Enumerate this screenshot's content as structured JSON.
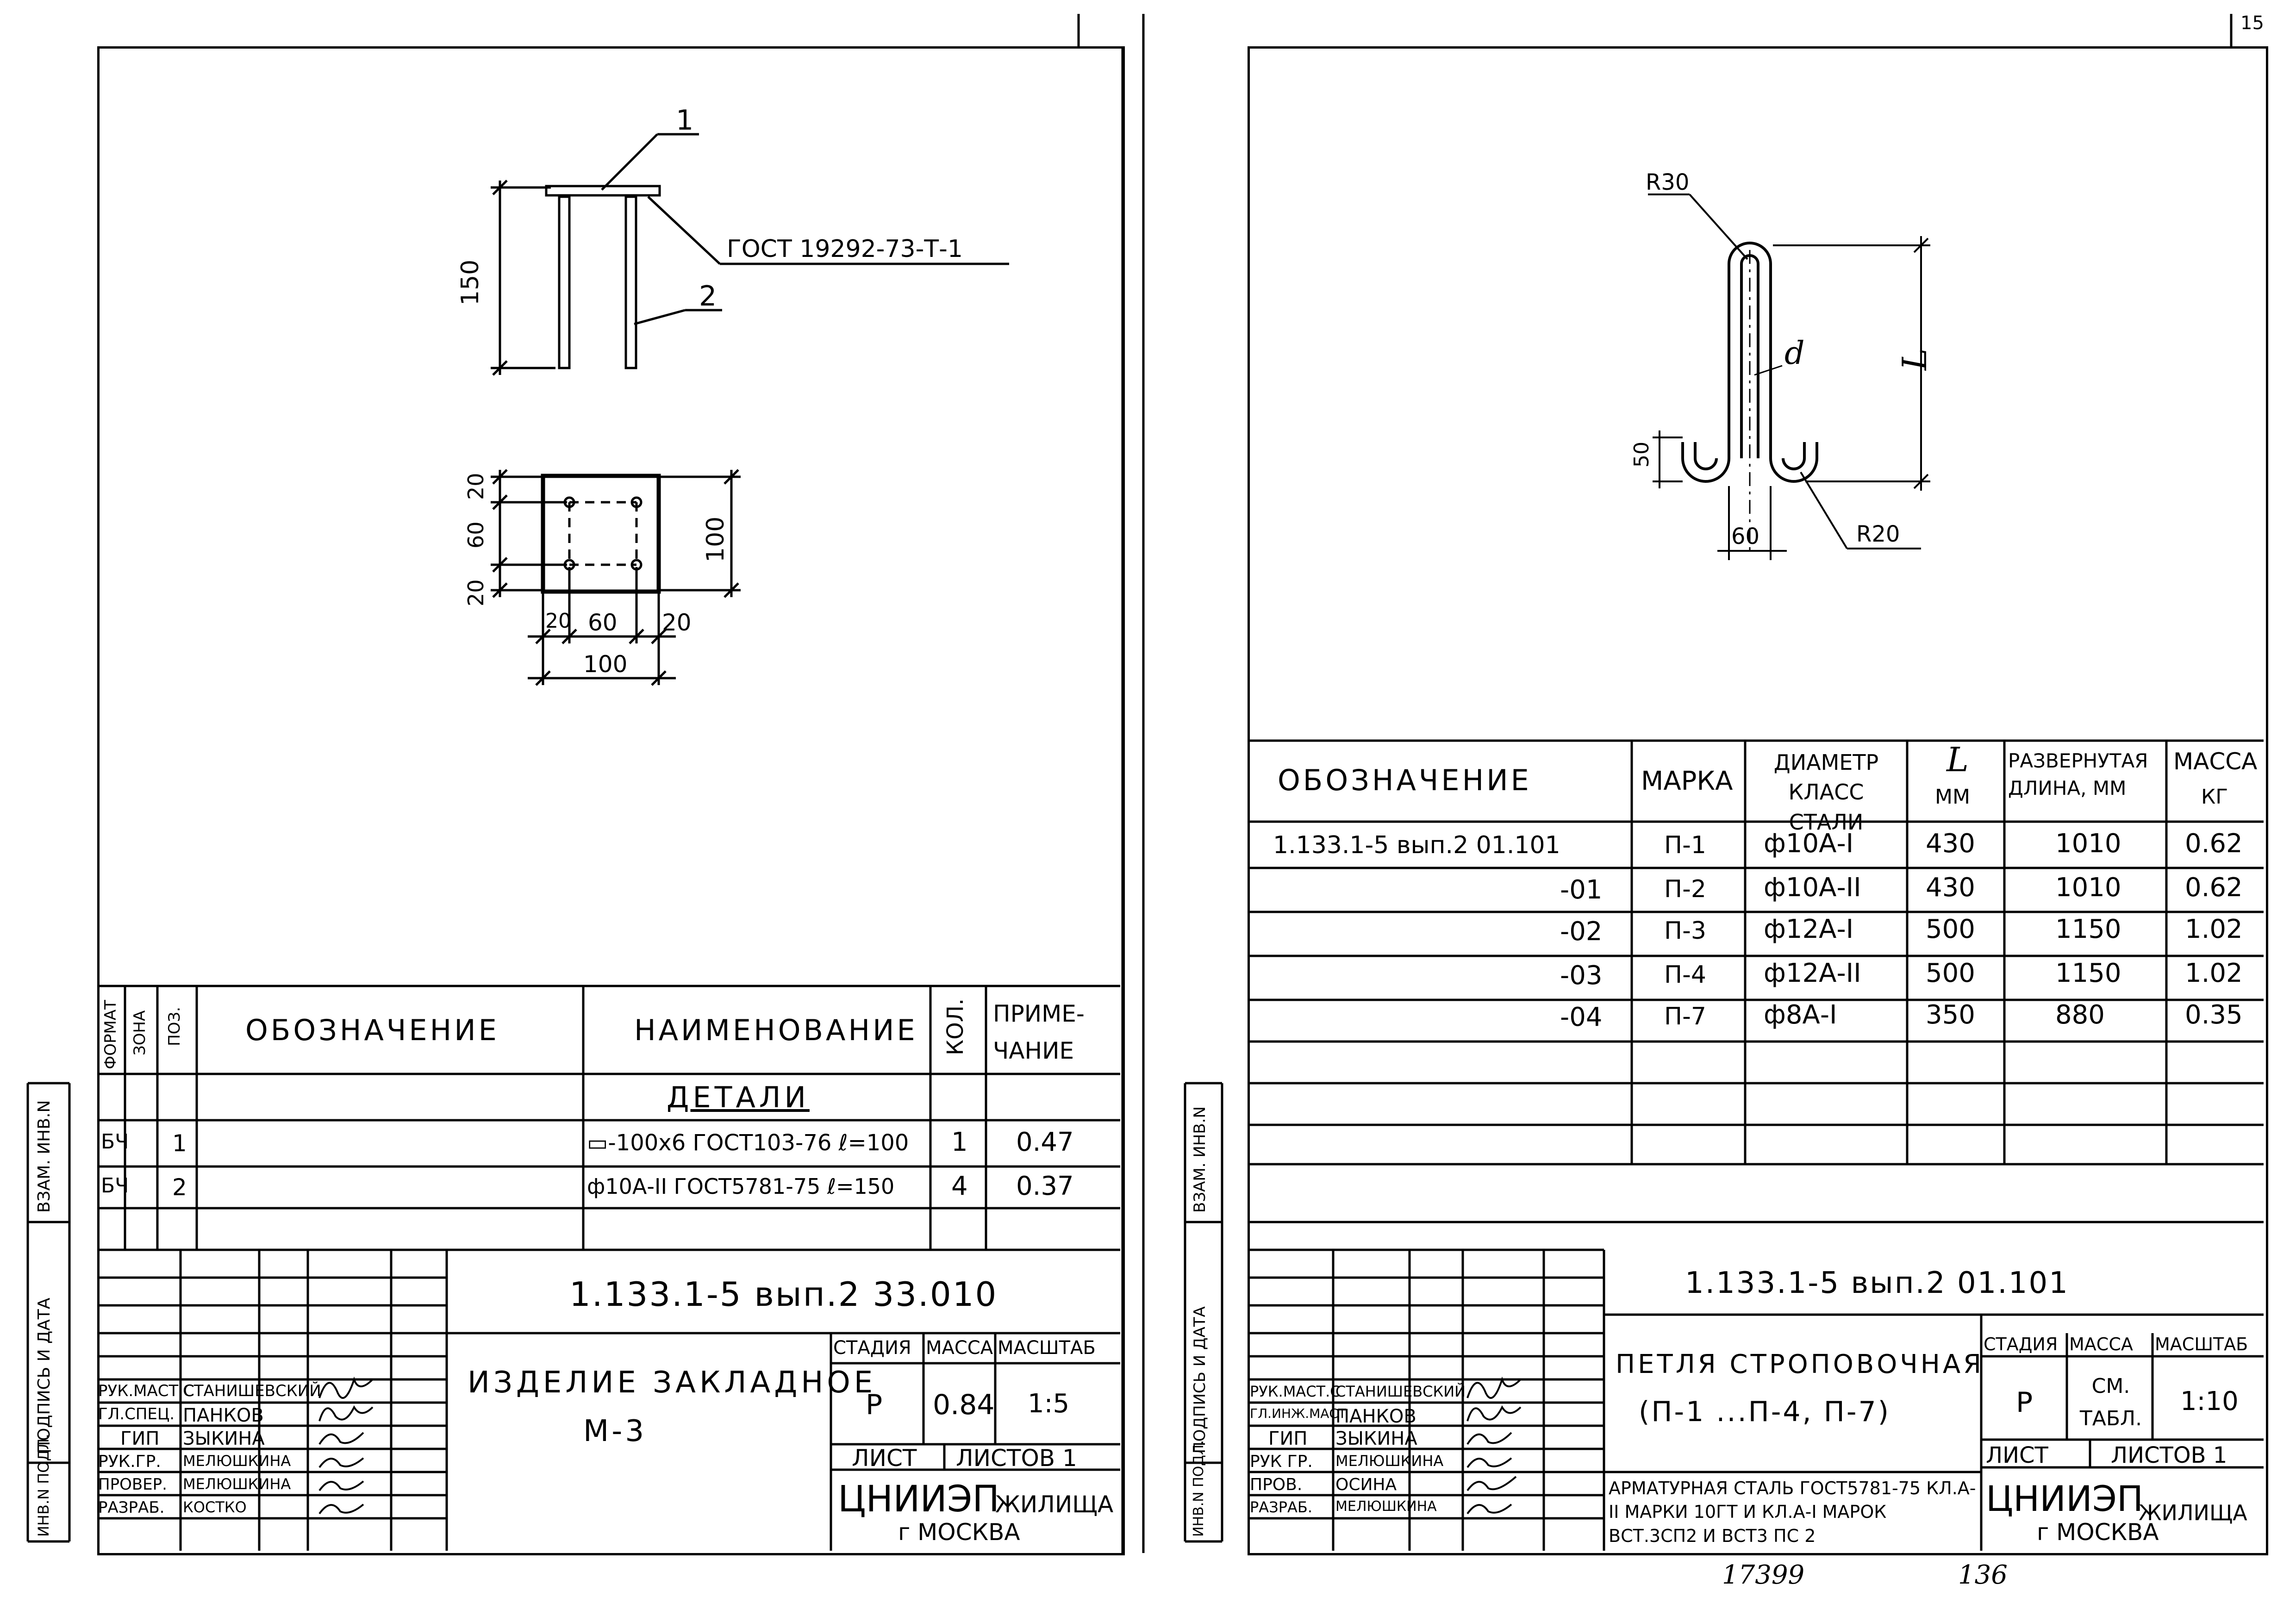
{
  "left_sheet": {
    "drawing": {
      "leader_1": "1",
      "leader_2": "2",
      "weld_note": "ГОСТ 19292-73-Т-1",
      "dim_150": "150",
      "dim_20_top": "20",
      "dim_60_v": "60",
      "dim_20_bot": "20",
      "dim_100_v": "100",
      "dim_20_left": "20",
      "dim_60_h": "60",
      "dim_20_right": "20",
      "dim_100_h": "100"
    },
    "spec": {
      "headers": {
        "format": "ФОРМАТ",
        "zone": "ЗОНА",
        "pos": "ПОЗ.",
        "designation": "ОБОЗНАЧЕНИЕ",
        "name": "НАИМЕНОВАНИЕ",
        "qty": "КОЛ.",
        "note": "ПРИМЕ- ЧАНИЕ"
      },
      "section": "ДЕТАЛИ",
      "rows": [
        {
          "format": "БЧ",
          "pos": "1",
          "name": "▭-100х6 ГОСТ103-76 ℓ=100",
          "qty": "1",
          "note": "0.47"
        },
        {
          "format": "БЧ",
          "pos": "2",
          "name": "ф10А-II ГОСТ5781-75 ℓ=150",
          "qty": "4",
          "note": "0.37"
        }
      ]
    },
    "title_block": {
      "doc_code": "1.133.1-5 вып.2 33.010",
      "title": "ИЗДЕЛИЕ ЗАКЛАДНОЕ",
      "subtitle": "М-3",
      "stage_label": "СТАДИЯ",
      "mass_label": "МАССА",
      "scale_label": "МАСШТАБ",
      "stage": "Р",
      "mass": "0.84",
      "scale": "1:5",
      "sheet_label": "ЛИСТ",
      "sheets_label": "ЛИСТОВ 1",
      "org": "ЦНИИЭП",
      "org_suffix": "ЖИЛИЩА",
      "city": "г МОСКВА",
      "staff": [
        {
          "role": "РУК.МАСТ.С",
          "name": "СТАНИШЕВСКИЙ"
        },
        {
          "role": "ГЛ.СПЕЦ.",
          "name": "ПАНКОВ"
        },
        {
          "role": "ГИП",
          "name": "ЗЫКИНА"
        },
        {
          "role": "РУК.ГР.",
          "name": "МЕЛЮШКИНА"
        },
        {
          "role": "ПРОВЕР.",
          "name": "МЕЛЮШКИНА"
        },
        {
          "role": "РАЗРАБ.",
          "name": "КОСТКО"
        }
      ]
    },
    "side_labels": {
      "inv": "ИНВ.N ПОДЛ.",
      "sign": "ПОДПИСЬ И ДАТА",
      "vzam": "ВЗАМ. ИНВ.N"
    }
  },
  "right_sheet": {
    "corner_number": "15",
    "drawing": {
      "r30": "R30",
      "r20": "R20",
      "d": "d",
      "L": "L",
      "dim_50": "50",
      "dim_60": "60"
    },
    "table": {
      "headers": {
        "designation": "ОБОЗНАЧЕНИЕ",
        "mark": "МАРКА",
        "diameter": "ДИАМЕТР КЛАСС СТАЛИ",
        "L": "L",
        "L_unit": "ММ",
        "length": "РАЗВЕРНУТАЯ ДЛИНА, ММ",
        "mass": "МАССА",
        "mass_unit": "КГ"
      },
      "rows": [
        {
          "designation": "1.133.1-5 вып.2 01.101",
          "mark": "П-1",
          "diameter": "ф10А-I",
          "L": "430",
          "length": "1010",
          "mass": "0.62"
        },
        {
          "designation": "-01",
          "mark": "П-2",
          "diameter": "ф10А-II",
          "L": "430",
          "length": "1010",
          "mass": "0.62"
        },
        {
          "designation": "-02",
          "mark": "П-3",
          "diameter": "ф12А-I",
          "L": "500",
          "length": "1150",
          "mass": "1.02"
        },
        {
          "designation": "-03",
          "mark": "П-4",
          "diameter": "ф12А-II",
          "L": "500",
          "length": "1150",
          "mass": "1.02"
        },
        {
          "designation": "-04",
          "mark": "П-7",
          "diameter": "ф8А-I",
          "L": "350",
          "length": "880",
          "mass": "0.35"
        }
      ]
    },
    "title_block": {
      "doc_code": "1.133.1-5 вып.2 01.101",
      "title": "ПЕТЛЯ СТРОПОВОЧНАЯ",
      "subtitle": "(П-1 ...П-4, П-7)",
      "material": "АРМАТУРНАЯ СТАЛЬ ГОСТ5781-75 КЛ.А-II МАРКИ 10ГТ И КЛ.А-I МАРОК ВСТ.3СП2 И ВСТ3 ПС 2",
      "stage_label": "СТАДИЯ",
      "mass_label": "МАССА",
      "scale_label": "МАСШТАБ",
      "stage": "Р",
      "mass": "СМ. ТАБЛ.",
      "scale": "1:10",
      "sheet_label": "ЛИСТ",
      "sheets_label": "ЛИСТОВ 1",
      "org": "ЦНИИЭП",
      "org_suffix": "ЖИЛИЩА",
      "city": "г МОСКВА",
      "staff": [
        {
          "role": "РУК.МАСТ.С",
          "name": "СТАНИШЕВСКИЙ"
        },
        {
          "role": "ГЛ.ИНЖ.МАСТ",
          "name": "ПАНКОВ"
        },
        {
          "role": "ГИП",
          "name": "ЗЫКИНА"
        },
        {
          "role": "РУК ГР.",
          "name": "МЕЛЮШКИНА"
        },
        {
          "role": "ПРОВ.",
          "name": "ОСИНА"
        },
        {
          "role": "РАЗРАБ.",
          "name": "МЕЛЮШКИНА"
        }
      ]
    },
    "side_labels": {
      "inv": "ИНВ.N ПОДЛ.",
      "sign": "ПОДПИСЬ И ДАТА",
      "vzam": "ВЗАМ. ИНВ.N"
    }
  },
  "footer": {
    "archive_no": "17399",
    "page_no": "136"
  }
}
